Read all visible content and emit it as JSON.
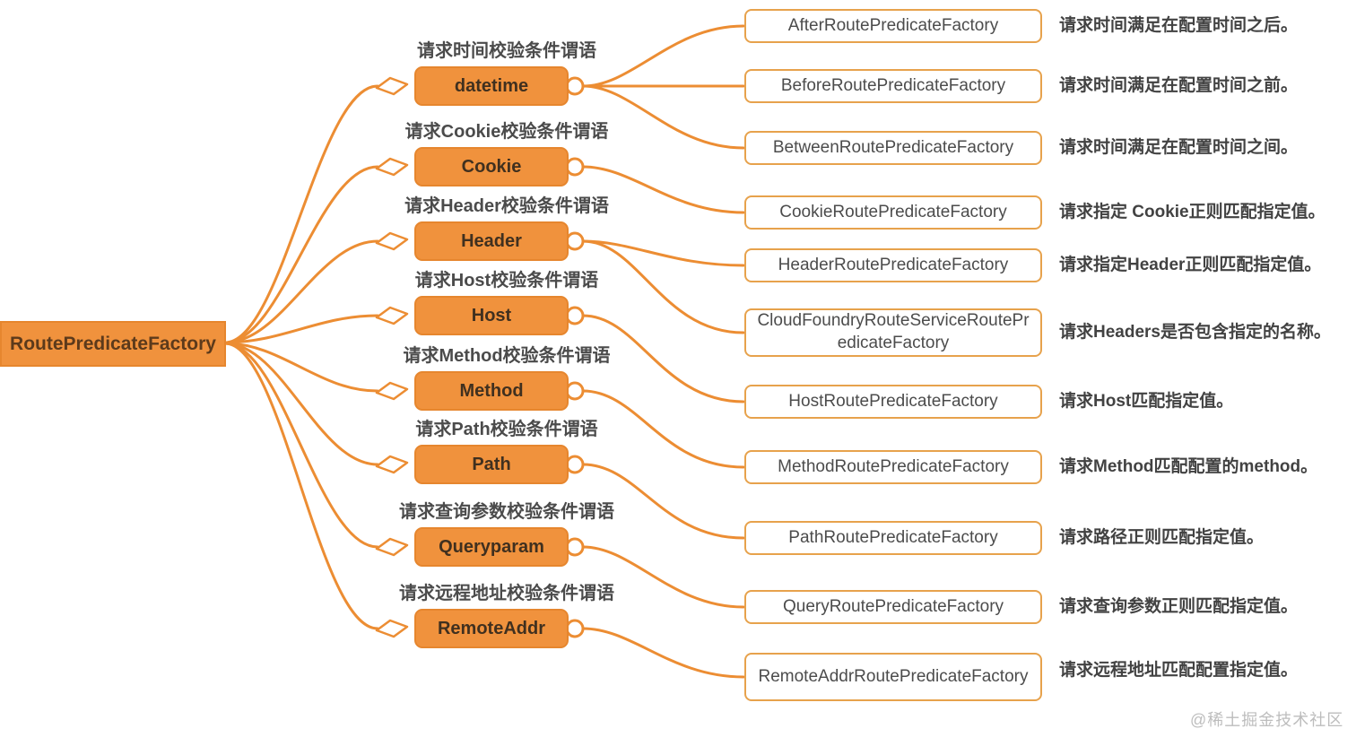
{
  "root": {
    "label": "RoutePredicateFactory"
  },
  "branches": [
    {
      "caption": "请求时间校验条件谓语",
      "label": "datetime",
      "children": [
        {
          "label": "AfterRoutePredicateFactory",
          "description": "请求时间满足在配置时间之后。"
        },
        {
          "label": "BeforeRoutePredicateFactory",
          "description": "请求时间满足在配置时间之前。"
        },
        {
          "label": "BetweenRoutePredicateFactory",
          "description": "请求时间满足在配置时间之间。"
        }
      ]
    },
    {
      "caption": "请求Cookie校验条件谓语",
      "label": "Cookie",
      "children": [
        {
          "label": "CookieRoutePredicateFactory",
          "description": "请求指定 Cookie正则匹配指定值。"
        }
      ]
    },
    {
      "caption": "请求Header校验条件谓语",
      "label": "Header",
      "children": [
        {
          "label": "HeaderRoutePredicateFactory",
          "description": "请求指定Header正则匹配指定值。"
        },
        {
          "label": "CloudFoundryRouteServiceRoutePredicateFactory",
          "description": "请求Headers是否包含指定的名称。"
        }
      ]
    },
    {
      "caption": "请求Host校验条件谓语",
      "label": "Host",
      "children": [
        {
          "label": "HostRoutePredicateFactory",
          "description": "请求Host匹配指定值。"
        }
      ]
    },
    {
      "caption": "请求Method校验条件谓语",
      "label": "Method",
      "children": [
        {
          "label": "MethodRoutePredicateFactory",
          "description": "请求Method匹配配置的method。"
        }
      ]
    },
    {
      "caption": "请求Path校验条件谓语",
      "label": "Path",
      "children": [
        {
          "label": "PathRoutePredicateFactory",
          "description": "请求路径正则匹配指定值。"
        }
      ]
    },
    {
      "caption": "请求查询参数校验条件谓语",
      "label": "Queryparam",
      "children": [
        {
          "label": "QueryRoutePredicateFactory",
          "description": "请求查询参数正则匹配指定值。"
        }
      ]
    },
    {
      "caption": "请求远程地址校验条件谓语",
      "label": "RemoteAddr",
      "children": [
        {
          "label": "RemoteAddrRoutePredicateFactory",
          "description": "请求远程地址匹配配置指定值。"
        }
      ]
    }
  ],
  "watermark": "@稀土掘金技术社区",
  "colors": {
    "node_fill": "#f0923d",
    "node_border": "#e6862e",
    "connector": "#ec8d33",
    "leaf_border": "#e7a24c",
    "root_text": "#5c3a1b",
    "body_text": "#4c4c4c",
    "watermark_text": "#bdbdbd"
  }
}
